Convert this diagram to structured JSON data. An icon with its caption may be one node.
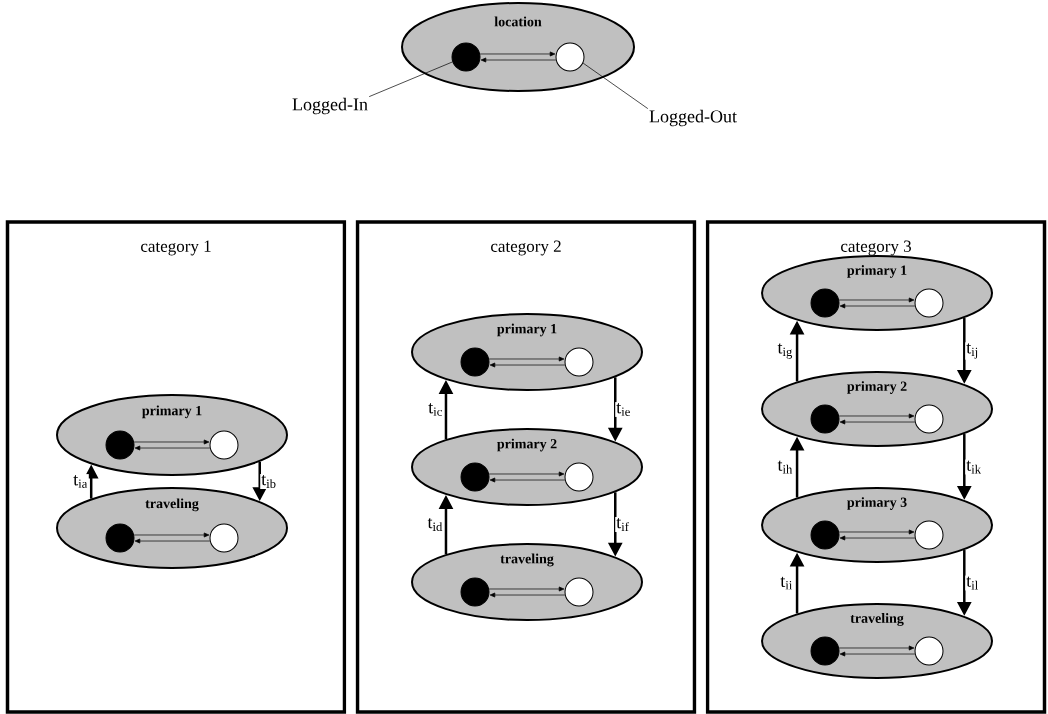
{
  "diagram": {
    "nodes": [
      {
        "text": [
          "location"
        ]
      },
      {
        "text": [],
        "shape": "circle",
        "in": 0
      },
      {
        "text": [],
        "shape": "circle",
        "in": 0
      },
      {
        "text": [
          "Logged-In"
        ]
      },
      {
        "text": [
          "Logged-Out"
        ]
      },
      {
        "text": [
          "category 1"
        ]
      },
      {
        "text": [
          "primary 1"
        ],
        "in": 5
      },
      {
        "text": [],
        "shape": "circle",
        "in": 6
      },
      {
        "text": [],
        "shape": "circle",
        "in": 6
      },
      {
        "text": [
          "traveling"
        ],
        "in": 5
      },
      {
        "text": [],
        "shape": "circle",
        "in": 9
      },
      {
        "text": [],
        "shape": "circle",
        "in": 9
      },
      {
        "text": [
          "category 2"
        ]
      },
      {
        "text": [
          "primary 1"
        ],
        "in": 12
      },
      {
        "text": [],
        "shape": "circle",
        "in": 13
      },
      {
        "text": [],
        "shape": "circle",
        "in": 13
      },
      {
        "text": [
          "primary 2"
        ],
        "in": 12
      },
      {
        "text": [],
        "shape": "circle",
        "in": 16
      },
      {
        "text": [],
        "shape": "circle",
        "in": 16
      },
      {
        "text": [
          "traveling"
        ],
        "in": 12
      },
      {
        "text": [],
        "shape": "circle",
        "in": 19
      },
      {
        "text": [],
        "shape": "circle",
        "in": 19
      },
      {
        "text": [
          "category 3"
        ]
      },
      {
        "text": [
          "primary 1"
        ],
        "in": 22
      },
      {
        "text": [],
        "shape": "circle",
        "in": 23
      },
      {
        "text": [],
        "shape": "circle",
        "in": 23
      },
      {
        "text": [
          "primary 2"
        ],
        "in": 22
      },
      {
        "text": [],
        "shape": "circle",
        "in": 26
      },
      {
        "text": [],
        "shape": "circle",
        "in": 26
      },
      {
        "text": [
          "primary 3"
        ],
        "in": 22
      },
      {
        "text": [],
        "shape": "circle",
        "in": 29
      },
      {
        "text": [],
        "shape": "circle",
        "in": 29
      },
      {
        "text": [
          "traveling"
        ],
        "in": 22
      },
      {
        "text": [],
        "shape": "circle",
        "in": 32
      },
      {
        "text": [],
        "shape": "circle",
        "in": 32
      }
    ],
    "edges": [
      {
        "from": 1,
        "to": 2,
        "arrow": "to"
      },
      {
        "from": 2,
        "to": 1,
        "arrow": "to"
      },
      {
        "from": 3,
        "to": 1,
        "arrow": "none"
      },
      {
        "from": 4,
        "to": 2,
        "arrow": "none"
      },
      {
        "from": 7,
        "to": 8,
        "arrow": "to"
      },
      {
        "from": 8,
        "to": 7,
        "arrow": "to"
      },
      {
        "from": 10,
        "to": 11,
        "arrow": "to"
      },
      {
        "from": 11,
        "to": 10,
        "arrow": "to"
      },
      {
        "from": 9,
        "to": 6,
        "arrow": "to",
        "label": "t$_{ia}$",
        "style": "thick"
      },
      {
        "from": 6,
        "to": 9,
        "arrow": "to",
        "label": "t$_{ib}$",
        "style": "thick"
      },
      {
        "from": 14,
        "to": 15,
        "arrow": "to"
      },
      {
        "from": 15,
        "to": 14,
        "arrow": "to"
      },
      {
        "from": 17,
        "to": 18,
        "arrow": "to"
      },
      {
        "from": 18,
        "to": 17,
        "arrow": "to"
      },
      {
        "from": 20,
        "to": 21,
        "arrow": "to"
      },
      {
        "from": 21,
        "to": 20,
        "arrow": "to"
      },
      {
        "from": 16,
        "to": 13,
        "arrow": "to",
        "label": "t$_{ic}$",
        "style": "thick"
      },
      {
        "from": 13,
        "to": 16,
        "arrow": "to",
        "label": "t$_{ie}$",
        "style": "thick"
      },
      {
        "from": 19,
        "to": 16,
        "arrow": "to",
        "label": "t$_{id}$",
        "style": "thick"
      },
      {
        "from": 16,
        "to": 19,
        "arrow": "to",
        "label": "t$_{if}$",
        "style": "thick"
      },
      {
        "from": 24,
        "to": 25,
        "arrow": "to"
      },
      {
        "from": 25,
        "to": 24,
        "arrow": "to"
      },
      {
        "from": 27,
        "to": 28,
        "arrow": "to"
      },
      {
        "from": 28,
        "to": 27,
        "arrow": "to"
      },
      {
        "from": 30,
        "to": 31,
        "arrow": "to"
      },
      {
        "from": 31,
        "to": 30,
        "arrow": "to"
      },
      {
        "from": 33,
        "to": 34,
        "arrow": "to"
      },
      {
        "from": 34,
        "to": 33,
        "arrow": "to"
      },
      {
        "from": 26,
        "to": 23,
        "arrow": "to",
        "label": "t$_{ig}$",
        "style": "thick"
      },
      {
        "from": 23,
        "to": 26,
        "arrow": "to",
        "label": "t$_{ij}$",
        "style": "thick"
      },
      {
        "from": 29,
        "to": 26,
        "arrow": "to",
        "label": "t$_{ih}$",
        "style": "thick"
      },
      {
        "from": 26,
        "to": 29,
        "arrow": "to",
        "label": "t$_{ik}$",
        "style": "thick"
      },
      {
        "from": 32,
        "to": 29,
        "arrow": "to",
        "label": "t$_{ii}$",
        "style": "thick"
      },
      {
        "from": 29,
        "to": 32,
        "arrow": "to",
        "label": "t$_{il}$",
        "style": "thick"
      }
    ]
  }
}
